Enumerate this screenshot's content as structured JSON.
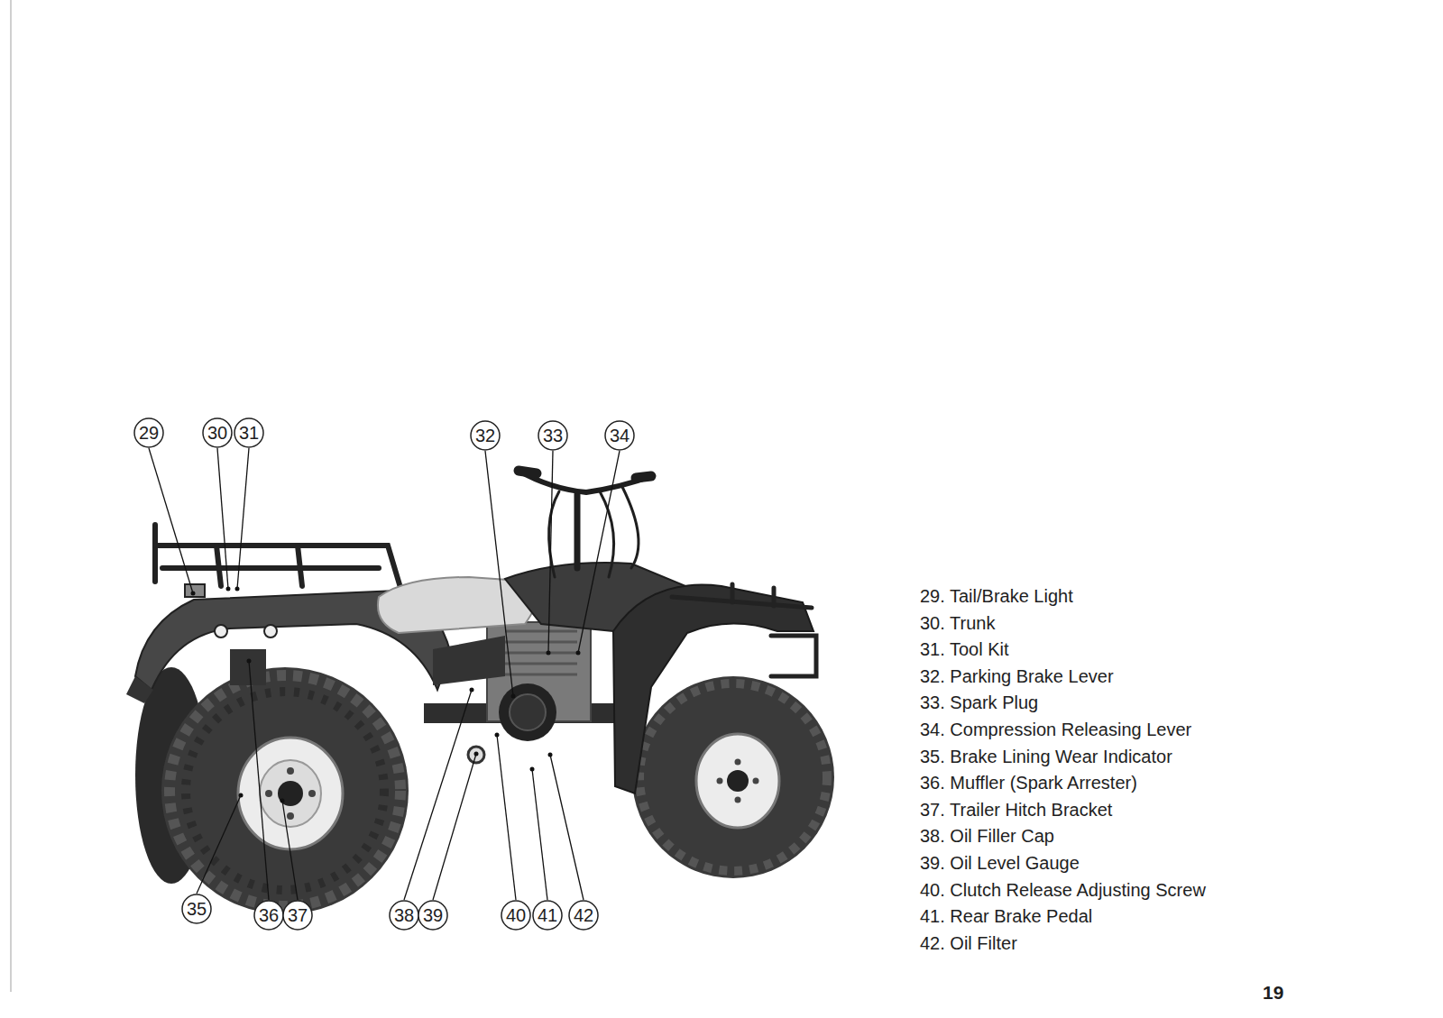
{
  "diagram": {
    "labels": [
      "29",
      "30",
      "31",
      "32",
      "33",
      "34",
      "35",
      "36",
      "37",
      "38",
      "39",
      "40",
      "41",
      "42",
      "29. Tail/Brake Light",
      "30. Trunk",
      "31. Tool Kit",
      "32. Parking Brake Lever",
      "33. Spark Plug",
      "34. Compression Releasing Lever",
      "35. Brake Lining Wear Indicator",
      "36. Muffler (Spark Arrester)",
      "37. Trailer Hitch Bracket",
      "38. Oil Filler Cap",
      "39. Oil Level Gauge",
      "40. Clutch Release Adjusting Screw",
      "41. Rear Brake Pedal",
      "42. Oil Filter",
      "19"
    ]
  }
}
